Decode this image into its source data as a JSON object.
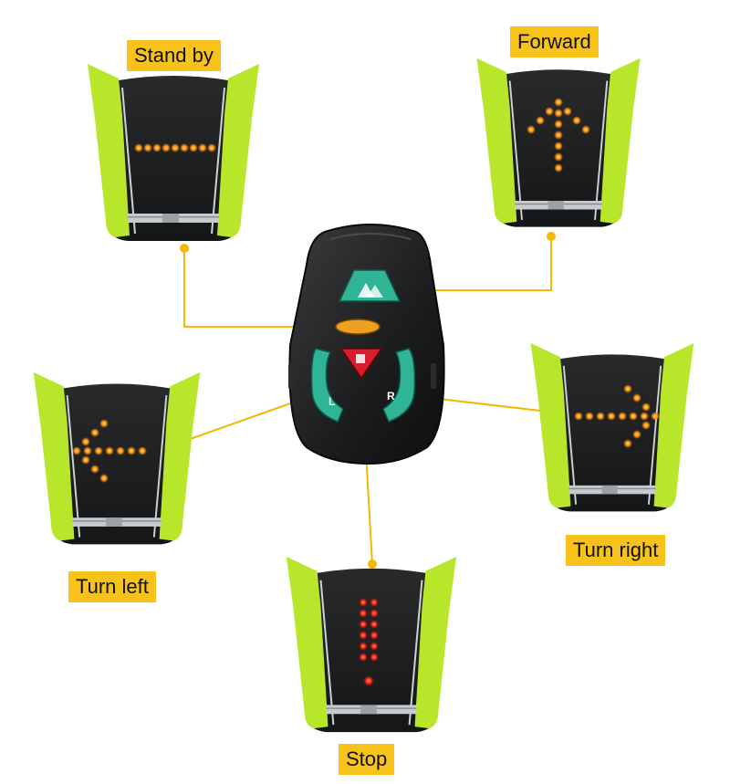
{
  "labels": {
    "standby": "Stand by",
    "forward": "Forward",
    "turn_left": "Turn left",
    "turn_right": "Turn right",
    "stop": "Stop"
  },
  "remote": {
    "left_button_letter": "L",
    "right_button_letter": "R"
  },
  "colors": {
    "label_bg": "#f7c21a",
    "connector": "#f5b800",
    "vest_body": "#1e1f20",
    "vest_hivis": "#b8e62a",
    "led_amber": "#ff9a1a",
    "led_red": "#ff2a1a",
    "remote_button_teal": "#2fb596",
    "remote_button_red": "#d81e2c",
    "remote_button_amber": "#f0a020"
  },
  "icons": [
    "vest-standby",
    "vest-forward",
    "vest-turn-left",
    "vest-turn-right",
    "vest-stop",
    "remote-control"
  ]
}
